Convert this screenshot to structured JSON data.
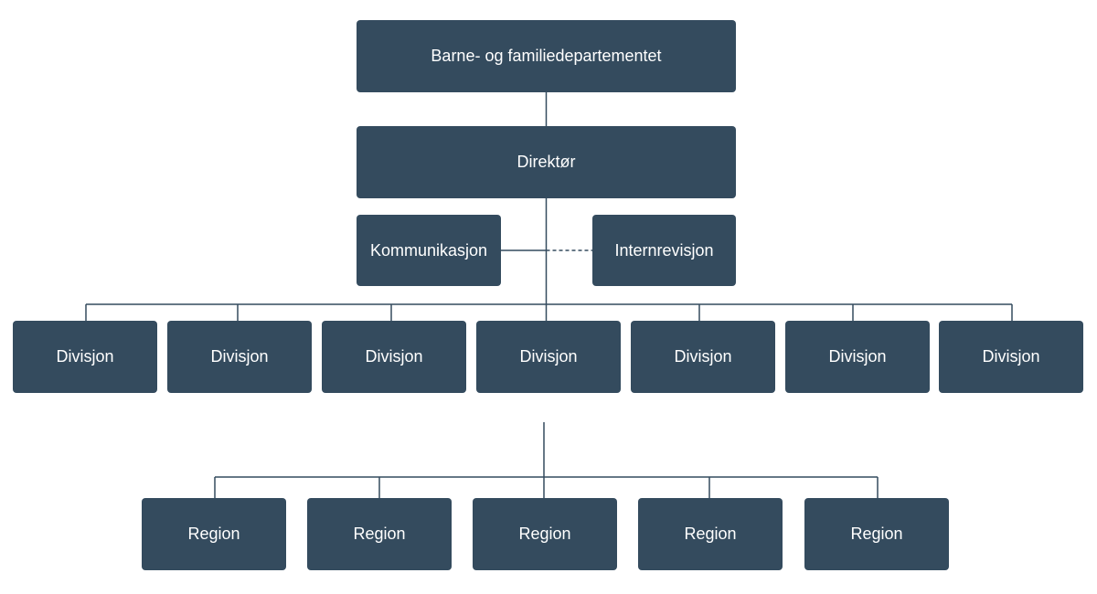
{
  "org_chart": {
    "ministry": "Barne- og familiedepartementet",
    "director": "Direktør",
    "staff_left": "Kommunikasjon",
    "staff_right": "Internrevisjon",
    "divisions": [
      "Divisjon",
      "Divisjon",
      "Divisjon",
      "Divisjon",
      "Divisjon",
      "Divisjon",
      "Divisjon"
    ],
    "regions": [
      "Region",
      "Region",
      "Region",
      "Region",
      "Region"
    ]
  },
  "colors": {
    "box_fill": "#344b5e",
    "box_text": "#ffffff",
    "connector": "#344b5e"
  }
}
